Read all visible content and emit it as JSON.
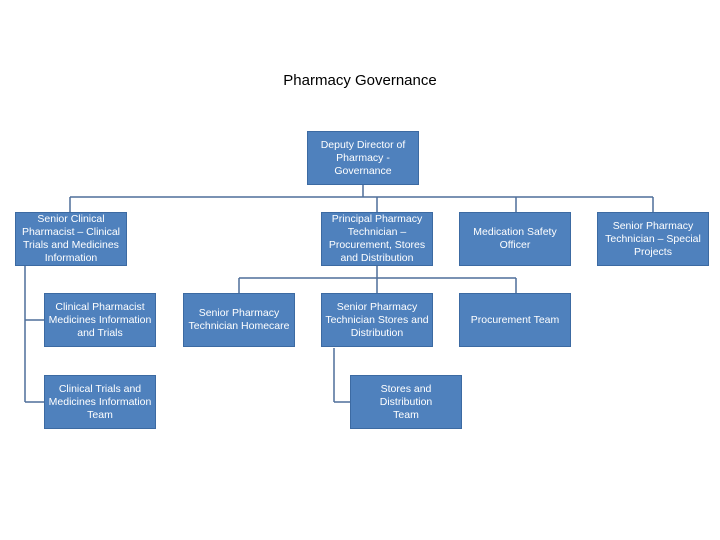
{
  "title": "Pharmacy Governance",
  "colors": {
    "node_fill": "#4f81bd",
    "node_border": "#3c6aa2",
    "connector": "#4f6f9a",
    "text": "#ffffff"
  },
  "nodes": {
    "deputy_director": "Deputy Director of\nPharmacy -\nGovernance",
    "senior_clinical_pharmacist": "Senior Clinical\nPharmacist – Clinical\nTrials and Medicines\nInformation",
    "principal_pharmacy_technician": "Principal Pharmacy\nTechnician –\nProcurement, Stores\nand Distribution",
    "medication_safety_officer": "Medication Safety\nOfficer",
    "senior_technician_special_projects": "Senior Pharmacy\nTechnician – Special\nProjects",
    "clinical_pharmacist_mi": "Clinical Pharmacist\nMedicines Information\nand Trials",
    "senior_technician_homecare": "Senior Pharmacy\nTechnician Homecare",
    "senior_technician_stores": "Senior Pharmacy\nTechnician Stores and\nDistribution",
    "procurement_team": "Procurement Team",
    "clinical_trials_team": "Clinical Trials and\nMedicines Information\nTeam",
    "stores_distribution_team": "Stores and Distribution\nTeam"
  }
}
